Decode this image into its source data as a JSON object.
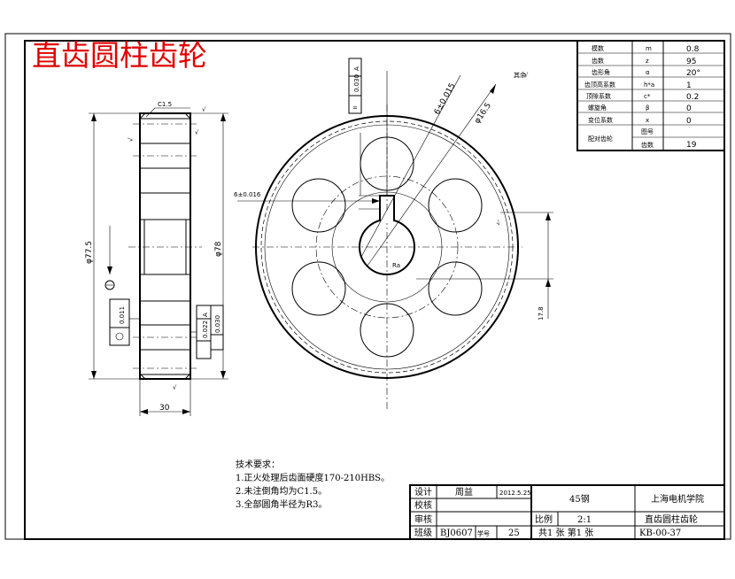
{
  "title": "直齿圆柱齿轮",
  "params": [
    {
      "name": "模数",
      "sym": "m",
      "value": "0.8"
    },
    {
      "name": "齿数",
      "sym": "z",
      "value": "95"
    },
    {
      "name": "齿形角",
      "sym": "α",
      "value": "20°"
    },
    {
      "name": "齿顶高系数",
      "sym": "h*a",
      "value": "1"
    },
    {
      "name": "顶隙系数",
      "sym": "c*",
      "value": "0.2"
    },
    {
      "name": "螺旋角",
      "sym": "β",
      "value": "0"
    },
    {
      "name": "变位系数",
      "sym": "x",
      "value": "0"
    }
  ],
  "mating": {
    "label": "配对齿轮",
    "row1_label": "图号",
    "row1_value": "",
    "row2_label": "齿数",
    "row2_value": "19"
  },
  "dims": {
    "c15": "C1.5",
    "d975": "φ77.5",
    "d78": "φ78",
    "w30": "30",
    "key6": "6±0.016",
    "tol_a1": "0.030",
    "datum": "A",
    "keyslot": "6±0.015",
    "d165": "φ16.5",
    "dim17": "17.8",
    "t011": "0.011",
    "t022": "0.022",
    "t030": "0.030",
    "ra": "Ra",
    "rest": "其余"
  },
  "notes": {
    "heading": "技术要求：",
    "items": [
      "1.正火处理后齿面硬度170-210HBS。",
      "2.未注倒角均为C1.5。",
      "3.全部圆角半径为R3。"
    ]
  },
  "titleblock": {
    "design_label": "设计",
    "designer": "周益",
    "date": "2012.5.25",
    "check_label": "校核",
    "review_label": "审核",
    "class_label": "班级",
    "class_value": "BJ0607",
    "sid_label": "学号",
    "sid_value": "25",
    "material": "45钢",
    "school": "上海电机学院",
    "scale_label": "比例",
    "scale_value": "2:1",
    "part_name": "直齿圆柱齿轮",
    "sheets": "共1 张 第1 张",
    "drawing_no": "KB-00-37"
  }
}
